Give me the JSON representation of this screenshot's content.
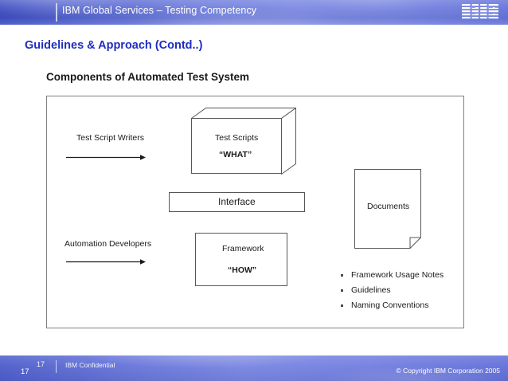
{
  "header": {
    "title": "IBM Global Services – Testing Competency",
    "logo_alt": "IBM"
  },
  "slide": {
    "title": "Guidelines & Approach (Contd..)",
    "subtitle": "Components of Automated Test System"
  },
  "diagram": {
    "actors": [
      {
        "label": "Test Script Writers"
      },
      {
        "label": "Automation Developers"
      }
    ],
    "test_scripts": {
      "title": "Test Scripts",
      "keyword": "“WHAT”"
    },
    "interface": {
      "label": "Interface"
    },
    "framework": {
      "title": "Framework",
      "keyword": "“HOW”"
    },
    "documents": {
      "label": "Documents"
    },
    "document_items": [
      "Framework Usage Notes",
      "Guidelines",
      "Naming Conventions"
    ]
  },
  "footer": {
    "slide_number_small": "17",
    "slide_number_large": "17",
    "confidential": "IBM Confidential",
    "copyright": "© Copyright IBM Corporation 2005"
  },
  "colors": {
    "title_blue": "#1f2dbf",
    "band_blue": "#6f7ddc",
    "shape_stroke": "#575757",
    "frame_stroke": "#808080"
  }
}
